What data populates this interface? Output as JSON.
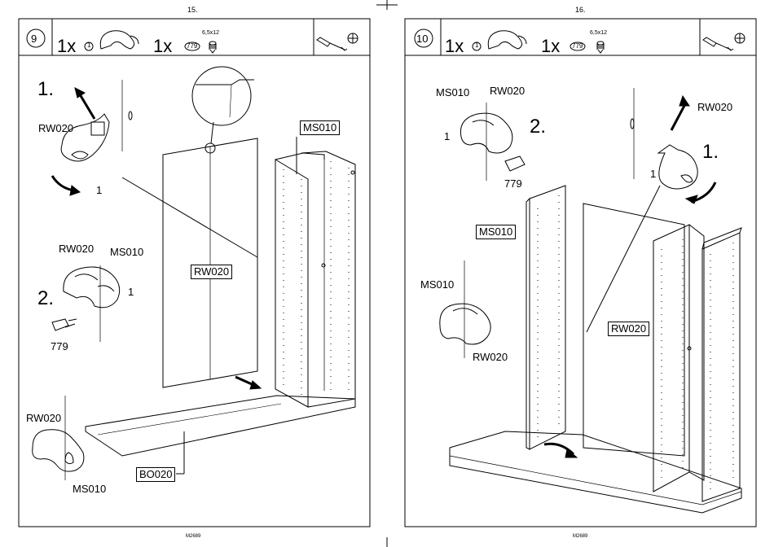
{
  "pages": [
    {
      "page_number": "15.",
      "step_number": "9",
      "doc_code": "M2689",
      "parts": [
        {
          "qty": "1x",
          "id": "1"
        },
        {
          "qty": "1x",
          "id": "779",
          "spec": "6,5x12"
        }
      ],
      "steps": [
        "1.",
        "2."
      ],
      "callouts": [
        "RW020",
        "MS010",
        "BO020"
      ],
      "labels": {
        "rw020_top": "RW020",
        "num1_top": "1",
        "rw020_mid": "RW020",
        "ms010_mid": "MS010",
        "num1_mid": "1",
        "screw_mid": "779",
        "rw020_bot": "RW020",
        "ms010_bot": "MS010"
      }
    },
    {
      "page_number": "16.",
      "step_number": "10",
      "doc_code": "M2689",
      "parts": [
        {
          "qty": "1x",
          "id": "1"
        },
        {
          "qty": "1x",
          "id": "779",
          "spec": "6,5x12"
        }
      ],
      "steps": [
        "2.",
        "1."
      ],
      "callouts": [
        "MS010",
        "RW020"
      ],
      "labels": {
        "ms010_top": "MS010",
        "rw020_top": "RW020",
        "num1_top": "1",
        "screw_top": "779",
        "rw020_right": "RW020",
        "num1_right": "1",
        "ms010_mid": "MS010",
        "rw020_mid": "RW020"
      }
    }
  ]
}
